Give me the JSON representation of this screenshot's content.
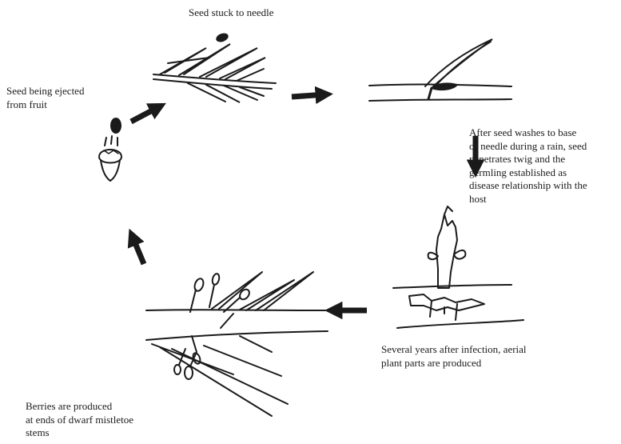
{
  "captions": {
    "seed_stuck": "Seed stuck to needle",
    "seed_ejected": "Seed being ejected\nfrom fruit",
    "seed_washes": "After seed washes to base\nof needle during a rain, seed\npenetrates twig and the\ngermling established as\ndisease relationship with the\nhost",
    "aerial_parts": "Several years after infection, aerial\nplant parts are produced",
    "berries": "Berries are produced\nat ends of dwarf mistletoe\nstems"
  },
  "colors": {
    "ink": "#1a1a1a",
    "paper": "#ffffff"
  }
}
